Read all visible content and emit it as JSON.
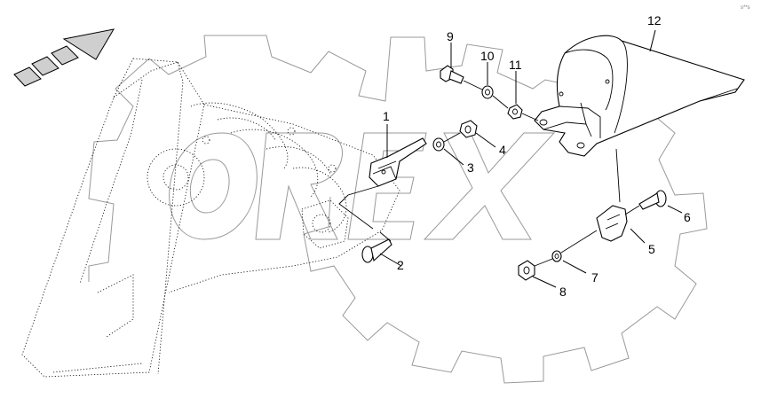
{
  "diagram": {
    "corner_code": "s**s",
    "watermark_icon": "gear-watermark-icon",
    "direction_icon": "direction-arrow-icon",
    "callouts": [
      {
        "id": "c1",
        "label": "1"
      },
      {
        "id": "c2",
        "label": "2"
      },
      {
        "id": "c3",
        "label": "3"
      },
      {
        "id": "c4",
        "label": "4"
      },
      {
        "id": "c5",
        "label": "5"
      },
      {
        "id": "c6",
        "label": "6"
      },
      {
        "id": "c7",
        "label": "7"
      },
      {
        "id": "c8",
        "label": "8"
      },
      {
        "id": "c9",
        "label": "9"
      },
      {
        "id": "c10",
        "label": "10"
      },
      {
        "id": "c11",
        "label": "11"
      },
      {
        "id": "c12",
        "label": "12"
      }
    ]
  }
}
